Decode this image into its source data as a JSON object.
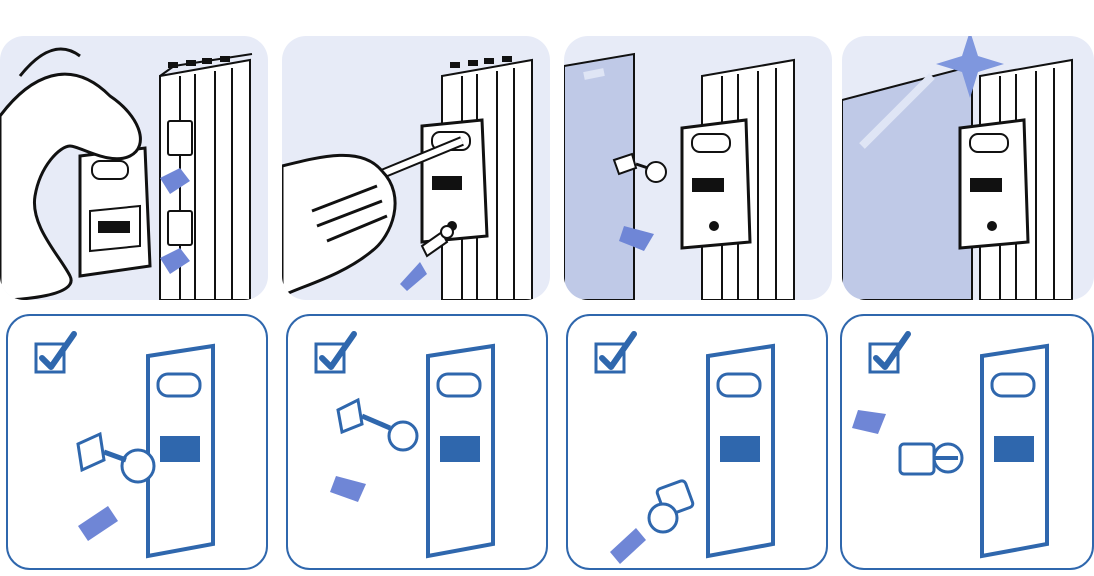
{
  "colors": {
    "panel_bg": "#e7ebf7",
    "panel_bg_dark": "#c8cfea",
    "outline_black": "#111111",
    "blue_outline": "#2f67ad",
    "arrow_blue": "#6f86d6",
    "glass": "#bfc9e7",
    "glass_light": "#dfe5f5",
    "white": "#ffffff"
  },
  "top_steps": [
    {
      "id": "step-1",
      "icon": "hand-attach-clip-icon"
    },
    {
      "id": "step-2",
      "icon": "screwdriver-screw-icon"
    },
    {
      "id": "step-3",
      "icon": "insert-panel-pin-icon"
    },
    {
      "id": "step-4",
      "icon": "panel-engaged-icon"
    }
  ],
  "bottom_steps": [
    {
      "id": "check-1",
      "icon": "check-box-icon"
    },
    {
      "id": "check-2",
      "icon": "check-box-icon"
    },
    {
      "id": "check-3",
      "icon": "check-box-icon"
    },
    {
      "id": "check-4",
      "icon": "check-box-icon"
    }
  ]
}
